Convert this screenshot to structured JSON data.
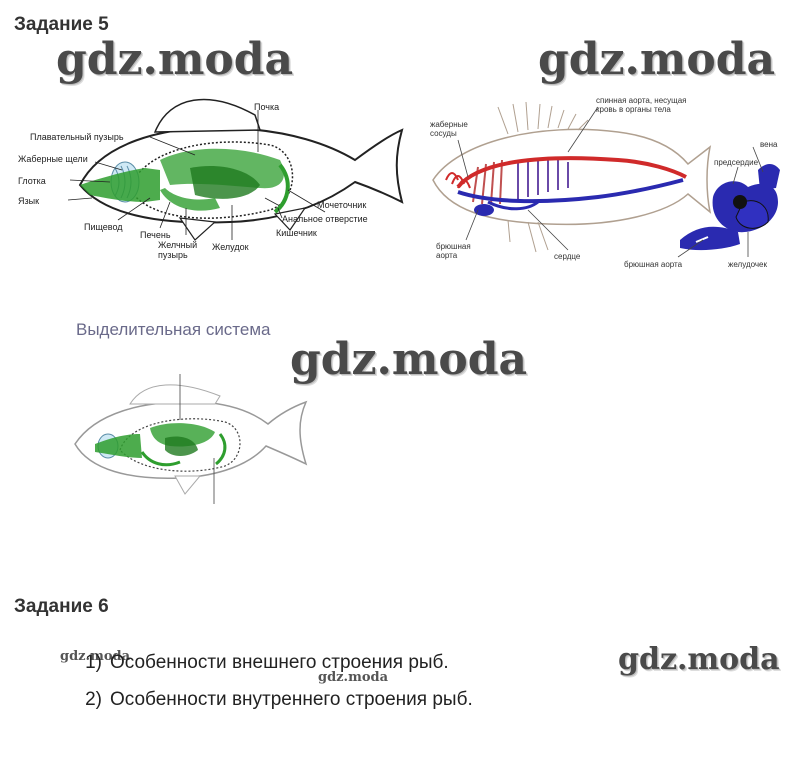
{
  "task5": {
    "heading": "Задание 5",
    "digestive_labels": {
      "kidney": "Почка",
      "swim_bladder": "Плавательный пузырь",
      "gill_slits": "Жаберные щели",
      "pharynx": "Глотка",
      "tongue": "Язык",
      "esophagus": "Пищевод",
      "liver": "Печень",
      "gallbladder": "Желчный пузырь",
      "stomach": "Желудок",
      "intestine": "Кишечник",
      "anal_opening": "Анальное отверстие",
      "ureter": "Мочеточник"
    },
    "circulatory_labels": {
      "gill_vessels": "жаберные сосуды",
      "dorsal_aorta": "спинная аорта, несущая кровь в органы тела",
      "ventral_aorta": "брюшная аорта",
      "heart": "сердце",
      "vein": "вена",
      "atrium": "предсердие",
      "ventral_aorta_2": "брюшная аорта",
      "ventricle": "желудочек"
    },
    "excretory_title": "Выделительная система"
  },
  "task6": {
    "heading": "Задание 6",
    "items": [
      {
        "num": "1)",
        "text": "Особенности внешнего строения рыб."
      },
      {
        "num": "2)",
        "text": "Особенности внутреннего строения рыб."
      }
    ]
  },
  "watermark": "gdz.moda",
  "colors": {
    "organ_green": "#2e9e2e",
    "artery_red": "#d02a2a",
    "vein_blue": "#2a2ab0",
    "outline": "#222222"
  }
}
